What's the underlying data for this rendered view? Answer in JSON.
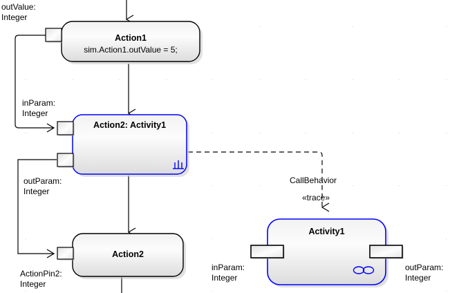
{
  "diagram": {
    "type": "uml-activity-diagram",
    "background": "#ffffff",
    "colors": {
      "action_stroke": "#000000",
      "activity_stroke": "#0000ff",
      "fill_light": "#fbfbfb",
      "fill_shade": "#d9d9d9",
      "text": "#000000",
      "shadow": "#c0c0c0"
    }
  },
  "nodes": {
    "action1": {
      "title": "Action1",
      "body": "sim.Action1.outValue = 5;",
      "kind": "action",
      "stroke": "#000000"
    },
    "action2_activity1": {
      "title": "Action2: Activity1",
      "kind": "call-behavior-action",
      "stroke": "#0000ff",
      "rake_icon": "rake-icon"
    },
    "action2": {
      "title": "Action2",
      "kind": "action",
      "stroke": "#000000"
    },
    "activity1": {
      "title": "Activity1",
      "kind": "activity",
      "stroke": "#0000ff",
      "marker_icon": "infinity-icon"
    }
  },
  "pins": {
    "action1_out": {
      "label_line1": "outValue:",
      "label_line2": "Integer"
    },
    "action2_in": {
      "label_line1": "inParam:",
      "label_line2": "Integer"
    },
    "action2_out": {
      "label_line1": "outParam:",
      "label_line2": "Integer"
    },
    "action2b_in": {
      "label_line1": "ActionPin2:",
      "label_line2": "Integer"
    }
  },
  "parameters": {
    "activity1_in": {
      "label_line1": "inParam:",
      "label_line2": "Integer"
    },
    "activity1_out": {
      "label_line1": "outParam:",
      "label_line2": "Integer"
    }
  },
  "connectors": {
    "trace": {
      "name": "CallBehavior",
      "stereotype": "«trace»",
      "style": "dashed"
    }
  }
}
